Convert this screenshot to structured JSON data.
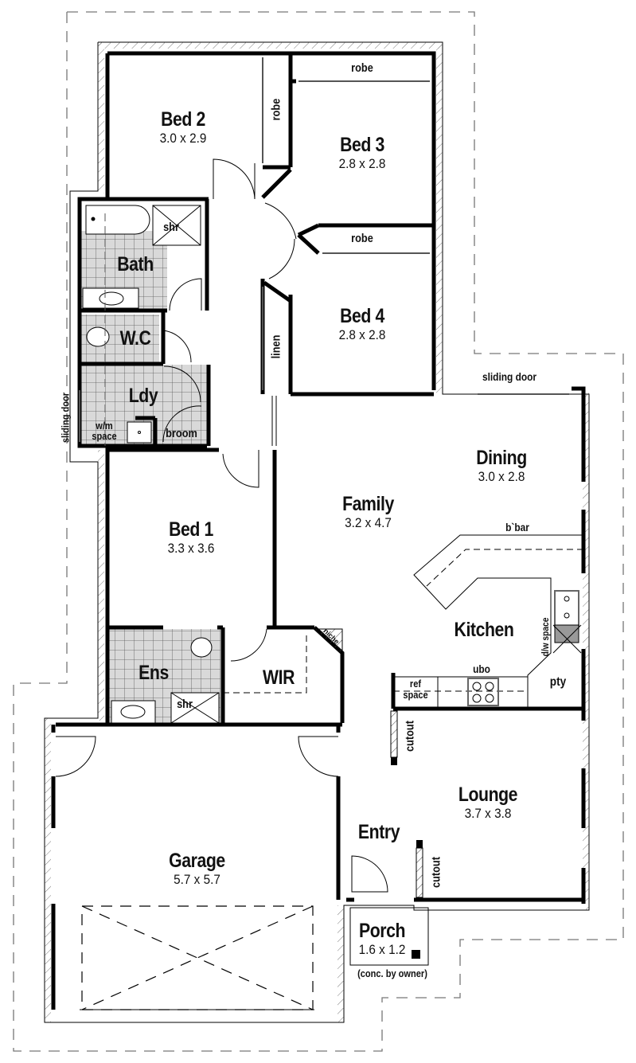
{
  "plan": {
    "rooms": [
      {
        "id": "bed2",
        "name": "Bed 2",
        "dim": "3.0 x 2.9"
      },
      {
        "id": "bed3",
        "name": "Bed 3",
        "dim": "2.8 x 2.8"
      },
      {
        "id": "bed4",
        "name": "Bed 4",
        "dim": "2.8 x 2.8"
      },
      {
        "id": "bath",
        "name": "Bath",
        "dim": ""
      },
      {
        "id": "wc",
        "name": "W.C",
        "dim": ""
      },
      {
        "id": "ldy",
        "name": "Ldy",
        "dim": ""
      },
      {
        "id": "bed1",
        "name": "Bed 1",
        "dim": "3.3 x 3.6"
      },
      {
        "id": "family",
        "name": "Family",
        "dim": "3.2 x 4.7"
      },
      {
        "id": "dining",
        "name": "Dining",
        "dim": "3.0 x 2.8"
      },
      {
        "id": "kitchen",
        "name": "Kitchen",
        "dim": ""
      },
      {
        "id": "ens",
        "name": "Ens",
        "dim": ""
      },
      {
        "id": "wir",
        "name": "WIR",
        "dim": ""
      },
      {
        "id": "lounge",
        "name": "Lounge",
        "dim": "3.7 x 3.8"
      },
      {
        "id": "entry",
        "name": "Entry",
        "dim": ""
      },
      {
        "id": "garage",
        "name": "Garage",
        "dim": "5.7 x 5.7"
      },
      {
        "id": "porch",
        "name": "Porch",
        "dim": "1.6 x 1.2"
      }
    ],
    "annotations": {
      "robe_top": "robe",
      "robe_bed2": "robe",
      "robe_bed4": "robe",
      "linen": "linen",
      "shr_bath": "shr",
      "shr_ens": "shr",
      "broom": "broom",
      "wm_space": "w/m space",
      "sliding_door_left": "sliding door",
      "sliding_door_dining": "sliding door",
      "bbar": "b`bar",
      "ubo": "ubo",
      "ref_space": "ref space",
      "dw_space": "d/w space",
      "pty": "pty",
      "niche": "niche",
      "cutout_top": "cutout",
      "cutout_bottom": "cutout",
      "porch_note": "(conc. by owner)"
    },
    "colors": {
      "wall": "#000000",
      "tile": "#d9d9d9",
      "boundary": "#777777",
      "hatch": "#444444"
    }
  }
}
